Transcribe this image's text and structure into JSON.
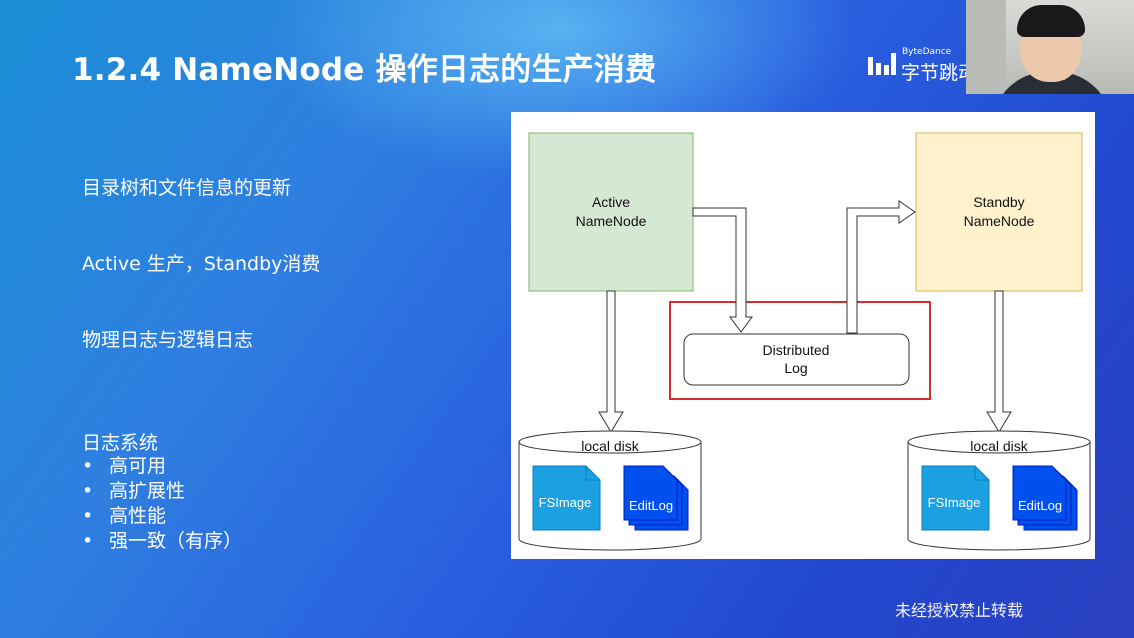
{
  "slide": {
    "title": "1.2.4 NameNode 操作日志的生产消费",
    "logo": {
      "small": "ByteDance",
      "cn": "字节跳动"
    },
    "bullets": [
      "目录树和文件信息的更新",
      "Active 生产，Standby消费",
      "物理日志与逻辑日志"
    ],
    "log_system": {
      "title": "日志系统",
      "items": [
        "高可用",
        "高扩展性",
        "高性能",
        "强一致（有序）"
      ]
    }
  },
  "diagram": {
    "active_line1": "Active",
    "active_line2": "NameNode",
    "standby_line1": "Standby",
    "standby_line2": "NameNode",
    "log_line1": "Distributed",
    "log_line2": "Log",
    "disk_label": "local disk",
    "fsimage": "FSImage",
    "editlog": "EditLog",
    "colors": {
      "active_fill": "#d5e8d4",
      "active_stroke": "#82b366",
      "standby_fill": "#fff2cc",
      "standby_stroke": "#d6b656",
      "highlight": "#d32f2f",
      "fsimage_blue": "#1ba1e2",
      "editlog_blue": "#0050ef"
    }
  },
  "watermark": "未经授权禁止转载"
}
